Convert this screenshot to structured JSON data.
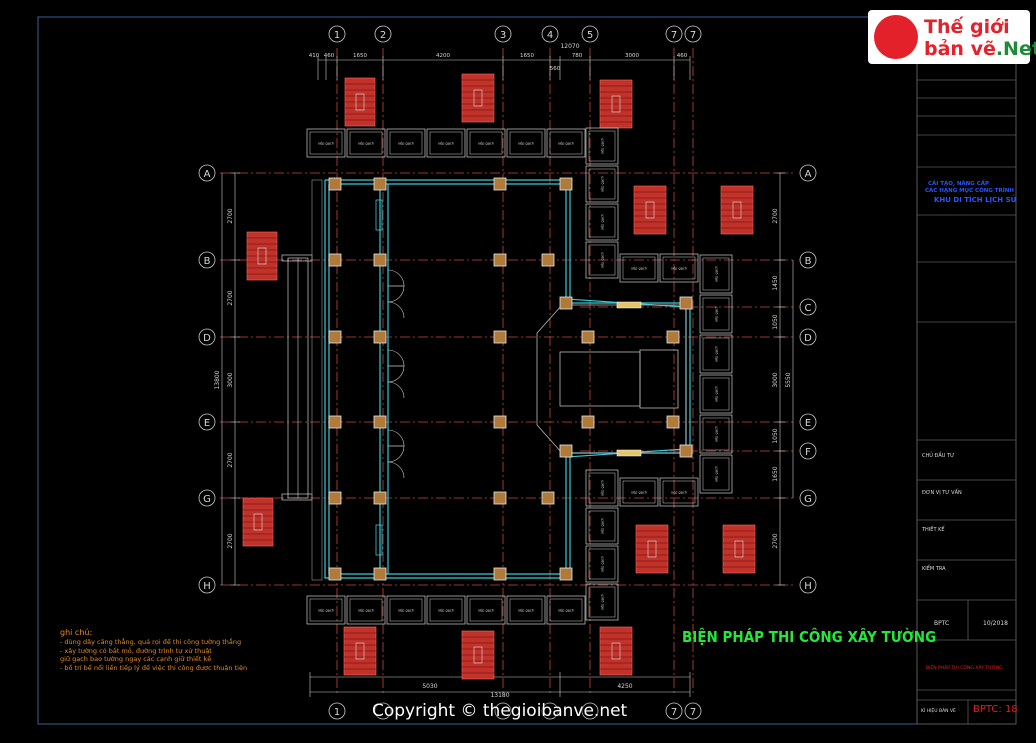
{
  "logo": {
    "line1": "Thế giới",
    "line2_main": "bản vẽ",
    "line2_suffix": ".Net"
  },
  "drawing_title": "BIỆN PHÁP THI CÔNG XÂY TƯỜNG",
  "copyright": "Copyright © thegioibanve.net",
  "notes": {
    "heading": "ghi chú:",
    "lines": [
      "- dùng dây căng thẳng, quả rọi để thi công tường thẳng",
      "- xây tường có bắt mỏ, đường trình tự xử thuật",
      "  giữ gạch bao tường ngay các cạnh giữ thiết kế",
      "- bố trí bể nổi liền tiếp lý để việc thi công được thuận tiện"
    ]
  },
  "grid_cols_top": [
    "1",
    "2",
    "3",
    "4",
    "5",
    "7",
    "7"
  ],
  "grid_cols_bottom": [
    "1",
    "",
    "",
    "",
    "",
    "7",
    "7"
  ],
  "grid_rows_left": [
    "A",
    "B",
    "D",
    "E",
    "G",
    "H"
  ],
  "grid_rows_right": [
    "A",
    "B",
    "C",
    "D",
    "E",
    "F",
    "G",
    "H"
  ],
  "dims_top": [
    "410",
    "460",
    "1650",
    "4200",
    "1650",
    "560",
    "780",
    "3000",
    "460"
  ],
  "dim_top_total": "12070",
  "dims_left": [
    "2700",
    "2700",
    "3000",
    "2700",
    "2700"
  ],
  "dim_left_total": "13800",
  "dims_right": [
    "2700",
    "1450",
    "1050",
    "3000",
    "1050",
    "1650",
    "2700"
  ],
  "dim_right_total": "5550",
  "dims_bottom": [
    "5030",
    "4250"
  ],
  "dim_bottom_total": "13180",
  "pallet_label": "xếp gạch",
  "title_block": {
    "project_l1": "CẢI TẠO, NÂNG CẤP",
    "project_l2": "CÁC HẠNG MỤC CÔNG TRÌNH",
    "project_l3": "KHU DI TÍCH LỊCH SỬ",
    "code": "BPTC",
    "date": "10/2018",
    "sheet_name": "BIỆN PHÁP THI CÔNG XÂY TƯỜNG",
    "sheet_no": "BPTC: 18",
    "sheet_no_label": "KÍ HIỆU BẢN VẼ",
    "labels": [
      "CHỦ ĐẦU TƯ",
      "ĐƠN VỊ TƯ VẤN",
      "THIẾT KẾ",
      "KIỂM TRA"
    ]
  },
  "colors": {
    "background": "#000000",
    "grid_line": "#c8483a",
    "wall": "#39c9d6",
    "column": "#b07a3a",
    "brick_stack": "#c0322a",
    "linework": "#d8d8d8",
    "title": "#22e83a",
    "notes": "#e58a2a"
  }
}
